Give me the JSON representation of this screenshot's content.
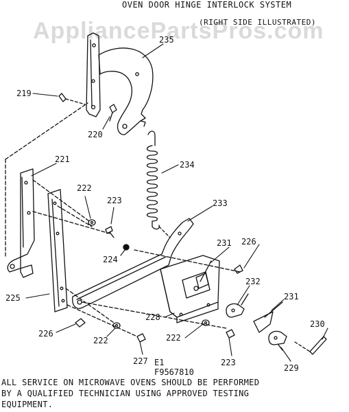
{
  "header": {
    "title": "OVEN DOOR HINGE INTERLOCK SYSTEM",
    "subtitle": "(RIGHT SIDE ILLUSTRATED)"
  },
  "watermark": "AppliancePartsPros.com",
  "callouts": {
    "p235": "235",
    "p219": "219",
    "p220": "220",
    "p221": "221",
    "p234": "234",
    "p222a": "222",
    "p223a": "223",
    "p233": "233",
    "p224": "224",
    "p231a": "231",
    "p226a": "226",
    "p225": "225",
    "p232": "232",
    "p231b": "231",
    "p228": "228",
    "p226b": "226",
    "p222b": "222",
    "p222c": "222",
    "p230": "230",
    "p223b": "223",
    "p227": "227",
    "p229": "229"
  },
  "codes": {
    "line1": "E1",
    "line2": "F9567810"
  },
  "notice": {
    "line1": "ALL SERVICE ON MICROWAVE OVENS SHOULD BE PERFORMED",
    "line2": "BY A QUALIFIED TECHNICIAN USING APPROVED TESTING",
    "line3": "EQUIPMENT."
  }
}
